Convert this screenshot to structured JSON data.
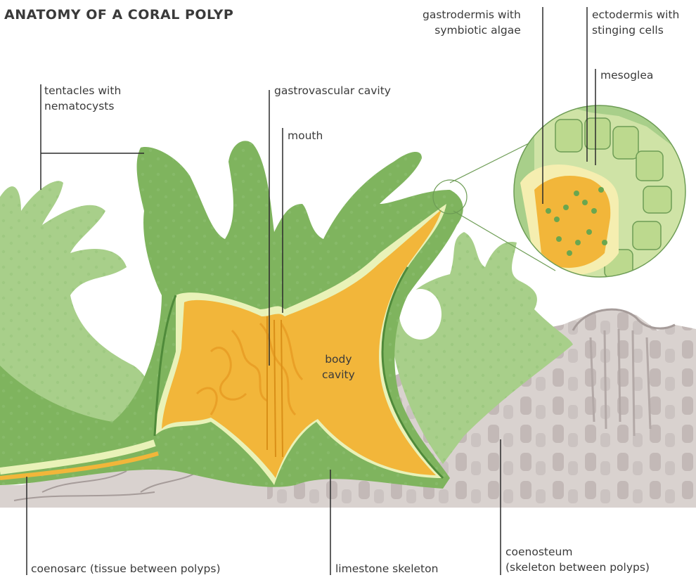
{
  "title": "ANATOMY OF A CORAL POLYP",
  "labels": {
    "tentacles": [
      "tentacles with",
      "nematocysts"
    ],
    "gastrovascular": "gastrovascular cavity",
    "mouth": "mouth",
    "gastrodermis": [
      "gastrodermis with",
      "symbiotic algae"
    ],
    "ectodermis": [
      "ectodermis with",
      "stinging cells"
    ],
    "mesoglea": "mesoglea",
    "body_cavity": [
      "body",
      "cavity"
    ],
    "coenosarc": "coenosarc (tissue between polyps)",
    "limestone": "limestone skeleton",
    "coenosteum": [
      "coenosteum",
      "(skeleton between polyps)"
    ]
  },
  "colors": {
    "tentacle_green": "#a8cf8a",
    "tissue_green": "#7fb45e",
    "dark_green": "#4f8a3a",
    "cavity_orange": "#f2b63a",
    "pale_yellow": "#f5eeb0",
    "skeleton_grey": "#d9d2cf",
    "skeleton_dark": "#a69c9a"
  }
}
